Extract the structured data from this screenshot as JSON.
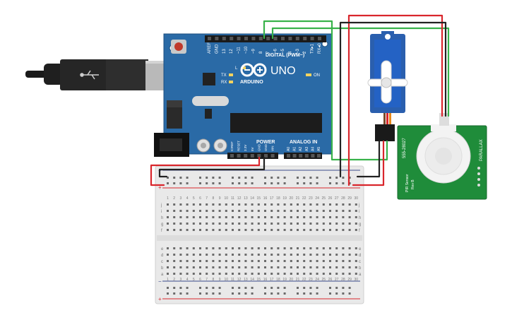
{
  "arduino": {
    "model": "UNO",
    "brand": "ARDUINO",
    "digital_label": "DIGITAL (PWM~)",
    "analog_label": "ANALOG IN",
    "power_label": "POWER",
    "led_l": "L",
    "led_tx": "TX",
    "led_rx": "RX",
    "led_on": "ON",
    "digital_pins": [
      "AREF",
      "GND",
      "13",
      "12",
      "~11",
      "~10",
      "~9",
      "8",
      "7",
      "~6",
      "~5",
      "4",
      "~3",
      "2",
      "TX▸1",
      "RX◂0"
    ],
    "power_pins": [
      "IOREF",
      "RESET",
      "3.3V",
      "5V",
      "GND",
      "GND",
      "VIN"
    ],
    "analog_pins": [
      "A0",
      "A1",
      "A2",
      "A3",
      "A4",
      "A5"
    ]
  },
  "breadboard": {
    "columns": [
      "1",
      "2",
      "3",
      "4",
      "5",
      "6",
      "7",
      "8",
      "9",
      "10",
      "11",
      "12",
      "13",
      "14",
      "15",
      "16",
      "17",
      "18",
      "19",
      "20",
      "21",
      "22",
      "23",
      "24",
      "25",
      "26",
      "27",
      "28",
      "29",
      "30"
    ],
    "rows_top": [
      "j",
      "i",
      "h",
      "g",
      "f"
    ],
    "rows_bottom": [
      "e",
      "d",
      "c",
      "b",
      "a"
    ],
    "rail_plus": "+",
    "rail_minus": "−"
  },
  "pir": {
    "brand": "PARALLAX",
    "part": "555-28027",
    "name": "PIR Sensor",
    "rev": "Rev B"
  },
  "colors": {
    "board": "#2a6aa6",
    "wire_red": "#d9262c",
    "wire_green": "#38b24a",
    "wire_black": "#222222",
    "servo": "#2a5fae",
    "pir_board": "#1f8c3a"
  }
}
